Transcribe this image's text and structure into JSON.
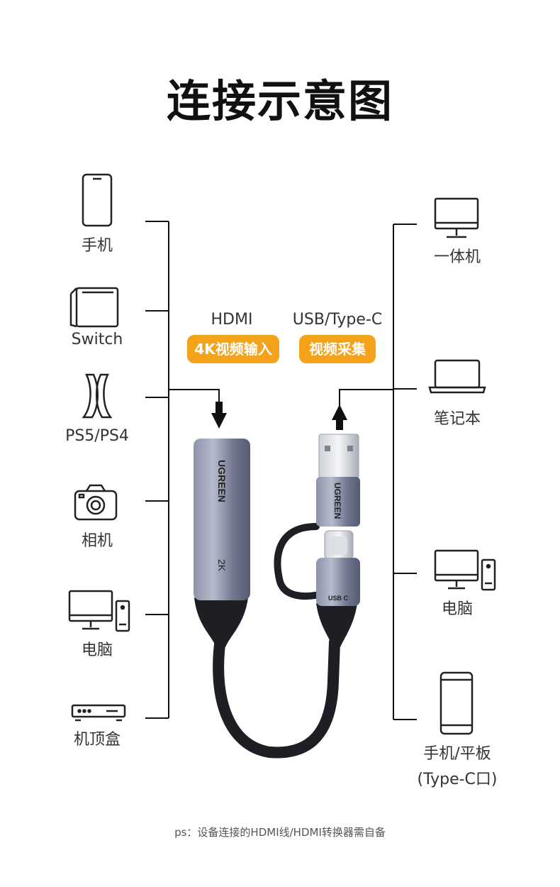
{
  "title": "连接示意图",
  "left_devices": [
    {
      "label": "手机",
      "icon": "phone-icon"
    },
    {
      "label": "Switch",
      "icon": "switch-console-icon"
    },
    {
      "label": "PS5/PS4",
      "icon": "ps5-console-icon"
    },
    {
      "label": "相机",
      "icon": "camera-icon"
    },
    {
      "label": "电脑",
      "icon": "desktop-pc-icon"
    },
    {
      "label": "机顶盒",
      "icon": "set-top-box-icon"
    }
  ],
  "right_devices": [
    {
      "label": "一体机",
      "icon": "all-in-one-icon"
    },
    {
      "label": "笔记本",
      "icon": "laptop-icon"
    },
    {
      "label": "电脑",
      "icon": "desktop-pc-icon"
    },
    {
      "label": "手机/平板",
      "label2": "(Type-C口)",
      "icon": "tablet-icon"
    }
  ],
  "input_port": {
    "name": "HDMI",
    "badge": "4K视频输入"
  },
  "output_port": {
    "name": "USB/Type-C",
    "badge": "视频采集"
  },
  "device": {
    "brand": "UGREEN",
    "model": "2K",
    "connector_label": "USB C"
  },
  "note": "ps：设备连接的HDMI线/HDMI转换器需自备",
  "colors": {
    "badge": "#f5a21b",
    "line": "#111111",
    "device_body": "#6f7690"
  }
}
